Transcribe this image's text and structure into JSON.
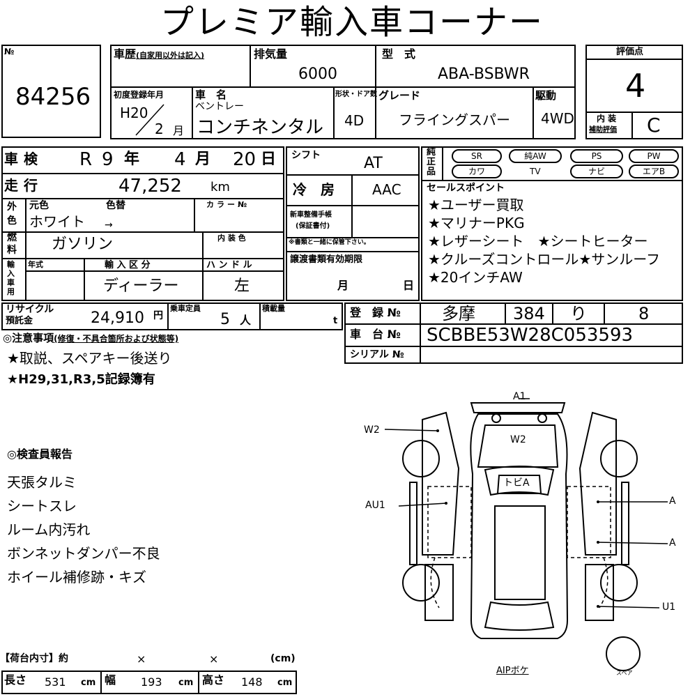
{
  "title": "プレミア輸入車コーナー",
  "lot": {
    "label": "№",
    "number": "84256"
  },
  "history": {
    "label": "車歴",
    "sub": "(自家用以外は記入)"
  },
  "displacement": {
    "label": "排気量",
    "value": "6000"
  },
  "model": {
    "label": "型　式",
    "value": "ABA-BSBWR"
  },
  "score": {
    "label": "評価点",
    "value": "4",
    "interior_label": "内 装",
    "interior_sub": "補助評価",
    "interior_value": "C"
  },
  "first_reg": {
    "label": "初度登録年月",
    "year": "H20",
    "month": "2",
    "month_unit": "月"
  },
  "car_name": {
    "label": "車　名",
    "maker": "ベントレー",
    "name": "コンチネンタル"
  },
  "doors": {
    "label": "形状・ドア数",
    "value": "4D"
  },
  "grade": {
    "label": "グレード",
    "value": "フライングスパー"
  },
  "drive": {
    "label": "駆動",
    "value": "4WD"
  },
  "inspection": {
    "label": "車検",
    "era": "R",
    "year": "9",
    "year_unit": "年",
    "month": "4",
    "month_unit": "月",
    "day": "20",
    "day_unit": "日"
  },
  "shift": {
    "label": "シフト",
    "value": "AT"
  },
  "equipment": {
    "label_1": "純",
    "label_2": "正",
    "label_3": "品",
    "items": [
      "SR",
      "純AW",
      "PS",
      "PW",
      "カワ",
      "TV",
      "ナビ",
      "エアB"
    ]
  },
  "mileage": {
    "label": "走行",
    "value": "47,252",
    "unit": "km"
  },
  "ac": {
    "label": "冷　房",
    "value": "AAC"
  },
  "color": {
    "side_1": "外",
    "side_2": "色",
    "orig_label": "元色",
    "change_label": "色替",
    "code_label": "カラー№",
    "value": "ホワイト",
    "arrow": "→"
  },
  "maintenance": {
    "label_1": "新車整備手帳",
    "label_2": "(保証書付)",
    "note": "※書類と一緒に保管下さい。"
  },
  "fuel": {
    "side_1": "燃",
    "side_2": "料",
    "value": "ガソリン",
    "interior_color_label": "内 装 色"
  },
  "import": {
    "side_1": "輸",
    "side_2": "入",
    "side_3": "車",
    "side_4": "用",
    "year_label": "年式",
    "type_label": "輸 入 区 分",
    "handle_label": "ハ ン ド ル",
    "type_value": "ディーラー",
    "handle_value": "左"
  },
  "transfer": {
    "label": "譲渡書類有効期限",
    "month_unit": "月",
    "day_unit": "日"
  },
  "sales_points": {
    "label": "セールスポイント",
    "lines": [
      "★ユーザー買取",
      "★マリナーPKG",
      "★レザーシート　★シートヒーター",
      "★クルーズコントロール★サンルーフ",
      "★20インチAW"
    ]
  },
  "recycle": {
    "label_1": "リサイクル",
    "label_2": "預託金",
    "value": "24,910",
    "unit": "円"
  },
  "capacity": {
    "label": "乗車定員",
    "value": "5",
    "unit": "人"
  },
  "load": {
    "label": "積載量",
    "unit": "t"
  },
  "registration": {
    "label": "登　録 №",
    "area": "多摩",
    "class": "384",
    "kana": "り",
    "number": "8"
  },
  "chassis": {
    "label": "車　台 №",
    "value": "SCBBE53W28C053593"
  },
  "serial": {
    "label": "シリアル №"
  },
  "notes": {
    "label": "◎注意事項",
    "sub": "(修復・不具合箇所および状態等)",
    "lines": [
      "★取説、スペアキー後送り",
      "★H29,31,R3,5記録簿有"
    ]
  },
  "inspector": {
    "label": "◎検査員報告",
    "lines": [
      "天張タルミ",
      "シートスレ",
      "ルーム内汚れ",
      "ボンネットダンパー不良",
      "ホイール補修跡・キズ"
    ]
  },
  "cargo": {
    "label": "【荷台内寸】約",
    "x1": "×",
    "x2": "×",
    "unit_paren": "(cm)",
    "length_label": "長さ",
    "length": "531",
    "width_label": "幅",
    "width": "193",
    "height_label": "高さ",
    "height": "148",
    "unit": "cm"
  },
  "diagram": {
    "front": "A1",
    "left_top": "W2",
    "hood": "W2",
    "roof": "トビA",
    "left_mid": "AU1",
    "right_1": "A",
    "right_2": "A",
    "right_bottom": "U1",
    "bottom": "AIPボケ",
    "spare": "スペア"
  }
}
